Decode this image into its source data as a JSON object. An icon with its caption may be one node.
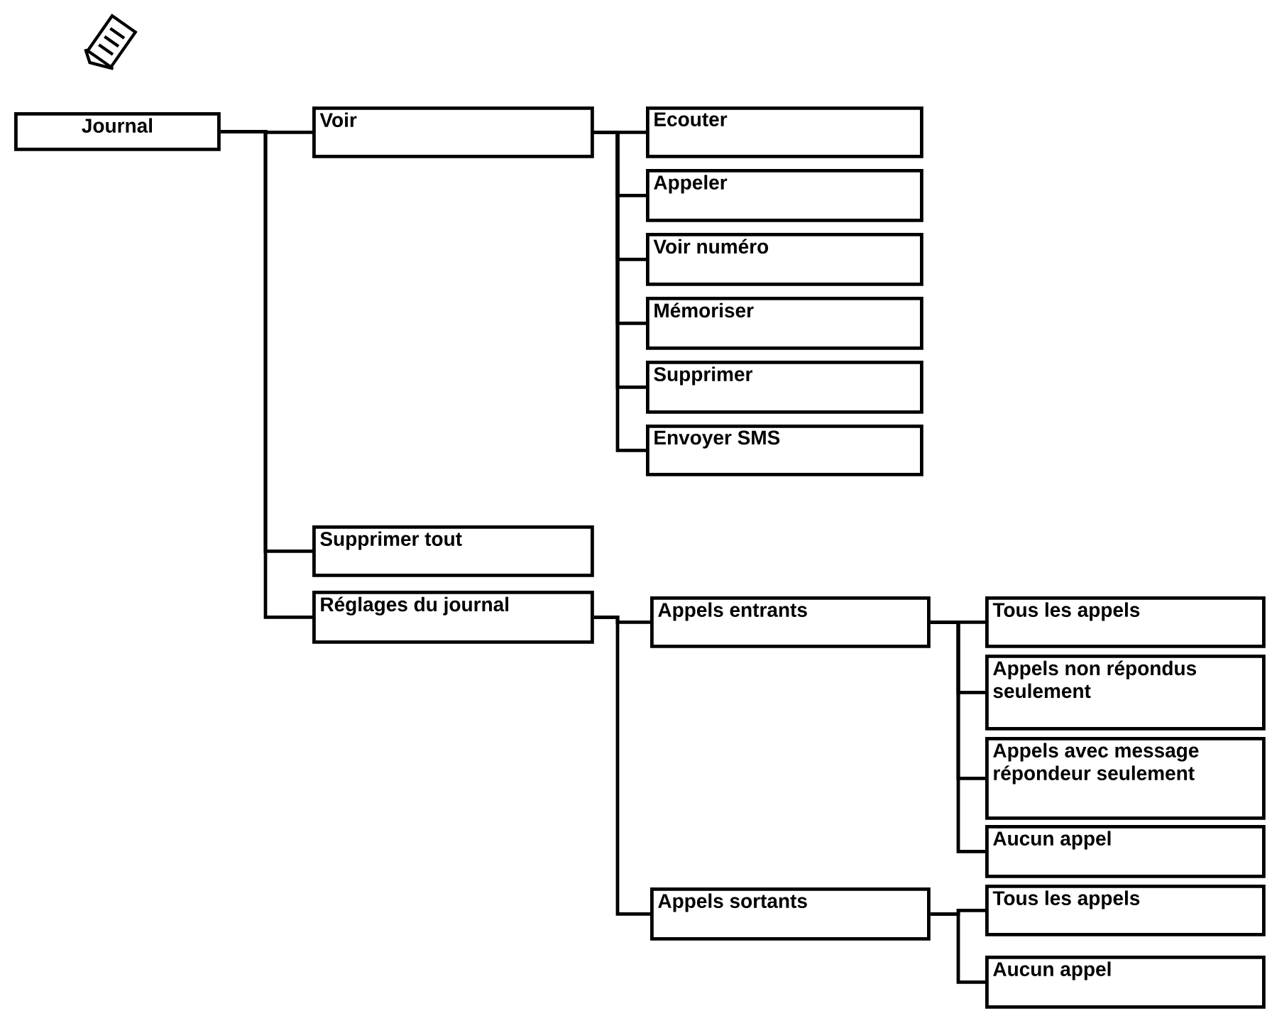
{
  "diagram": {
    "nodes": [
      {
        "text": [
          "Journal"
        ]
      },
      {
        "text": [
          "Voir"
        ]
      },
      {
        "text": [
          "Ecouter"
        ]
      },
      {
        "text": [
          "Appeler"
        ]
      },
      {
        "text": [
          "Voir numéro"
        ]
      },
      {
        "text": [
          "Mémoriser"
        ]
      },
      {
        "text": [
          "Supprimer"
        ]
      },
      {
        "text": [
          "Envoyer SMS"
        ]
      },
      {
        "text": [
          "Supprimer tout"
        ]
      },
      {
        "text": [
          "Réglages du journal"
        ]
      },
      {
        "text": [
          "Appels entrants"
        ]
      },
      {
        "text": [
          "Tous les appels"
        ]
      },
      {
        "text": [
          "Appels non répondus seulement"
        ]
      },
      {
        "text": [
          "Appels avec message répondeur seulement"
        ]
      },
      {
        "text": [
          "Aucun appel"
        ]
      },
      {
        "text": [
          "Appels sortants"
        ]
      },
      {
        "text": [
          "Tous les appels"
        ]
      },
      {
        "text": [
          "Aucun appel"
        ]
      }
    ],
    "edges": [
      {
        "from": 0,
        "to": 1,
        "arrow": "none"
      },
      {
        "from": 0,
        "to": 8,
        "arrow": "none"
      },
      {
        "from": 0,
        "to": 9,
        "arrow": "none"
      },
      {
        "from": 1,
        "to": 2,
        "arrow": "none"
      },
      {
        "from": 1,
        "to": 3,
        "arrow": "none"
      },
      {
        "from": 1,
        "to": 4,
        "arrow": "none"
      },
      {
        "from": 1,
        "to": 5,
        "arrow": "none"
      },
      {
        "from": 1,
        "to": 6,
        "arrow": "none"
      },
      {
        "from": 1,
        "to": 7,
        "arrow": "none"
      },
      {
        "from": 9,
        "to": 10,
        "arrow": "none"
      },
      {
        "from": 9,
        "to": 15,
        "arrow": "none"
      },
      {
        "from": 10,
        "to": 11,
        "arrow": "none"
      },
      {
        "from": 10,
        "to": 12,
        "arrow": "none"
      },
      {
        "from": 10,
        "to": 13,
        "arrow": "none"
      },
      {
        "from": 10,
        "to": 14,
        "arrow": "none"
      },
      {
        "from": 15,
        "to": 16,
        "arrow": "none"
      },
      {
        "from": 15,
        "to": 17,
        "arrow": "none"
      }
    ]
  }
}
